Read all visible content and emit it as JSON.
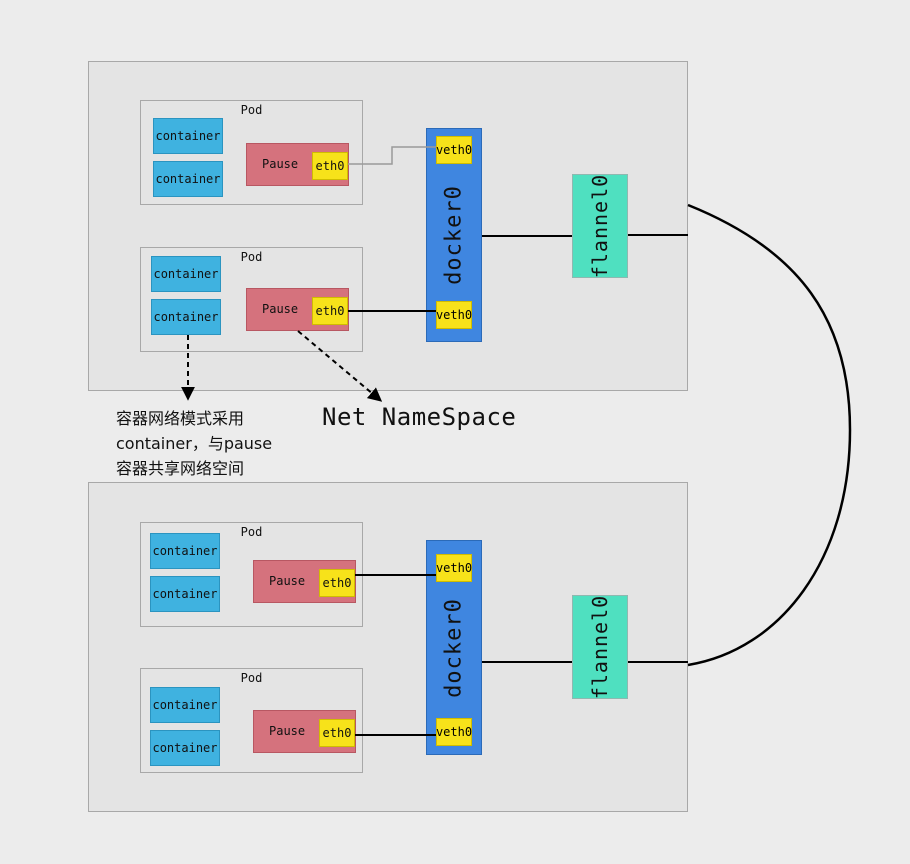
{
  "nodes": [
    {
      "pods": [
        {
          "label": "Pod",
          "containers": [
            "container",
            "container"
          ],
          "pause": "Pause",
          "eth": "eth0"
        },
        {
          "label": "Pod",
          "containers": [
            "container",
            "container"
          ],
          "pause": "Pause",
          "eth": "eth0"
        }
      ],
      "docker": "docker0",
      "veth": [
        "veth0",
        "veth0"
      ],
      "flannel": "flannel0"
    },
    {
      "pods": [
        {
          "label": "Pod",
          "containers": [
            "container",
            "container"
          ],
          "pause": "Pause",
          "eth": "eth0"
        },
        {
          "label": "Pod",
          "containers": [
            "container",
            "container"
          ],
          "pause": "Pause",
          "eth": "eth0"
        }
      ],
      "docker": "docker0",
      "veth": [
        "veth0",
        "veth0"
      ],
      "flannel": "flannel0"
    }
  ],
  "annotations": {
    "note_lines": [
      "容器网络模式采用",
      "container，与pause",
      "容器共享网络空间"
    ],
    "net_namespace": "Net NameSpace"
  },
  "colors": {
    "background": "#ececec",
    "node": "#e4e4e4",
    "container": "#3fb2e0",
    "pause": "#d5727d",
    "eth": "#f7e21a",
    "docker": "#3f86e0",
    "flannel": "#4fe0c0"
  }
}
